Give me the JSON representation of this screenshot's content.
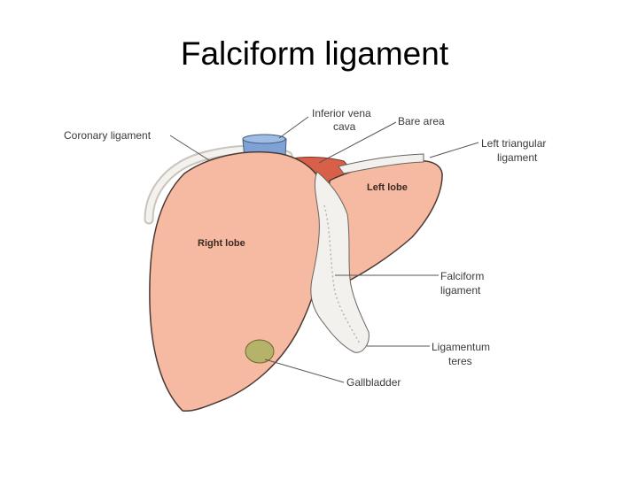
{
  "slide": {
    "title": "Falciform ligament"
  },
  "diagram": {
    "colors": {
      "liver": "#f6b9a1",
      "liver_outline": "#4a3a34",
      "bare_area": "#d86048",
      "ivc": "#7ea2d6",
      "gallbladder": "#b5b36a",
      "ligament": "#f2f1ee",
      "leader": "#555555"
    },
    "regions": {
      "right_lobe": "Right lobe",
      "left_lobe": "Left lobe"
    },
    "callouts": {
      "coronary_ligament": "Coronary ligament",
      "ivc_line1": "Inferior vena",
      "ivc_line2": "cava",
      "bare_area": "Bare area",
      "left_triangular_line1": "Left triangular",
      "left_triangular_line2": "ligament",
      "falciform_line1": "Falciform",
      "falciform_line2": "ligament",
      "teres_line1": "Ligamentum",
      "teres_line2": "teres",
      "gallbladder": "Gallbladder"
    }
  }
}
